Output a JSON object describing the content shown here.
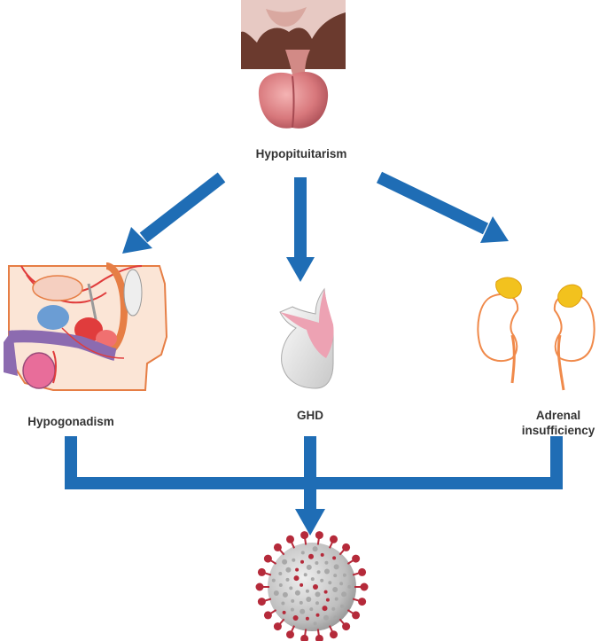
{
  "labels": {
    "top": "Hypopituitarism",
    "left": "Hypogonadism",
    "center": "GHD",
    "right_line1": "Adrenal",
    "right_line2": "insufficiency"
  },
  "colors": {
    "arrow": "#1f6db5",
    "text": "#333333",
    "virus_core": "#c9c9c9",
    "virus_spike": "#b52a3a",
    "adrenal": "#f2c21e",
    "kidney_outline": "#f08a4b",
    "pituitary_pink": "#e8838a",
    "brain_tissue": "#6b3a2e"
  },
  "icons": {
    "top": "pituitary-gland-icon",
    "left": "male-reproductive-anatomy-icon",
    "center": "gland-icon",
    "right": "kidneys-adrenal-icon",
    "bottom": "coronavirus-icon"
  }
}
